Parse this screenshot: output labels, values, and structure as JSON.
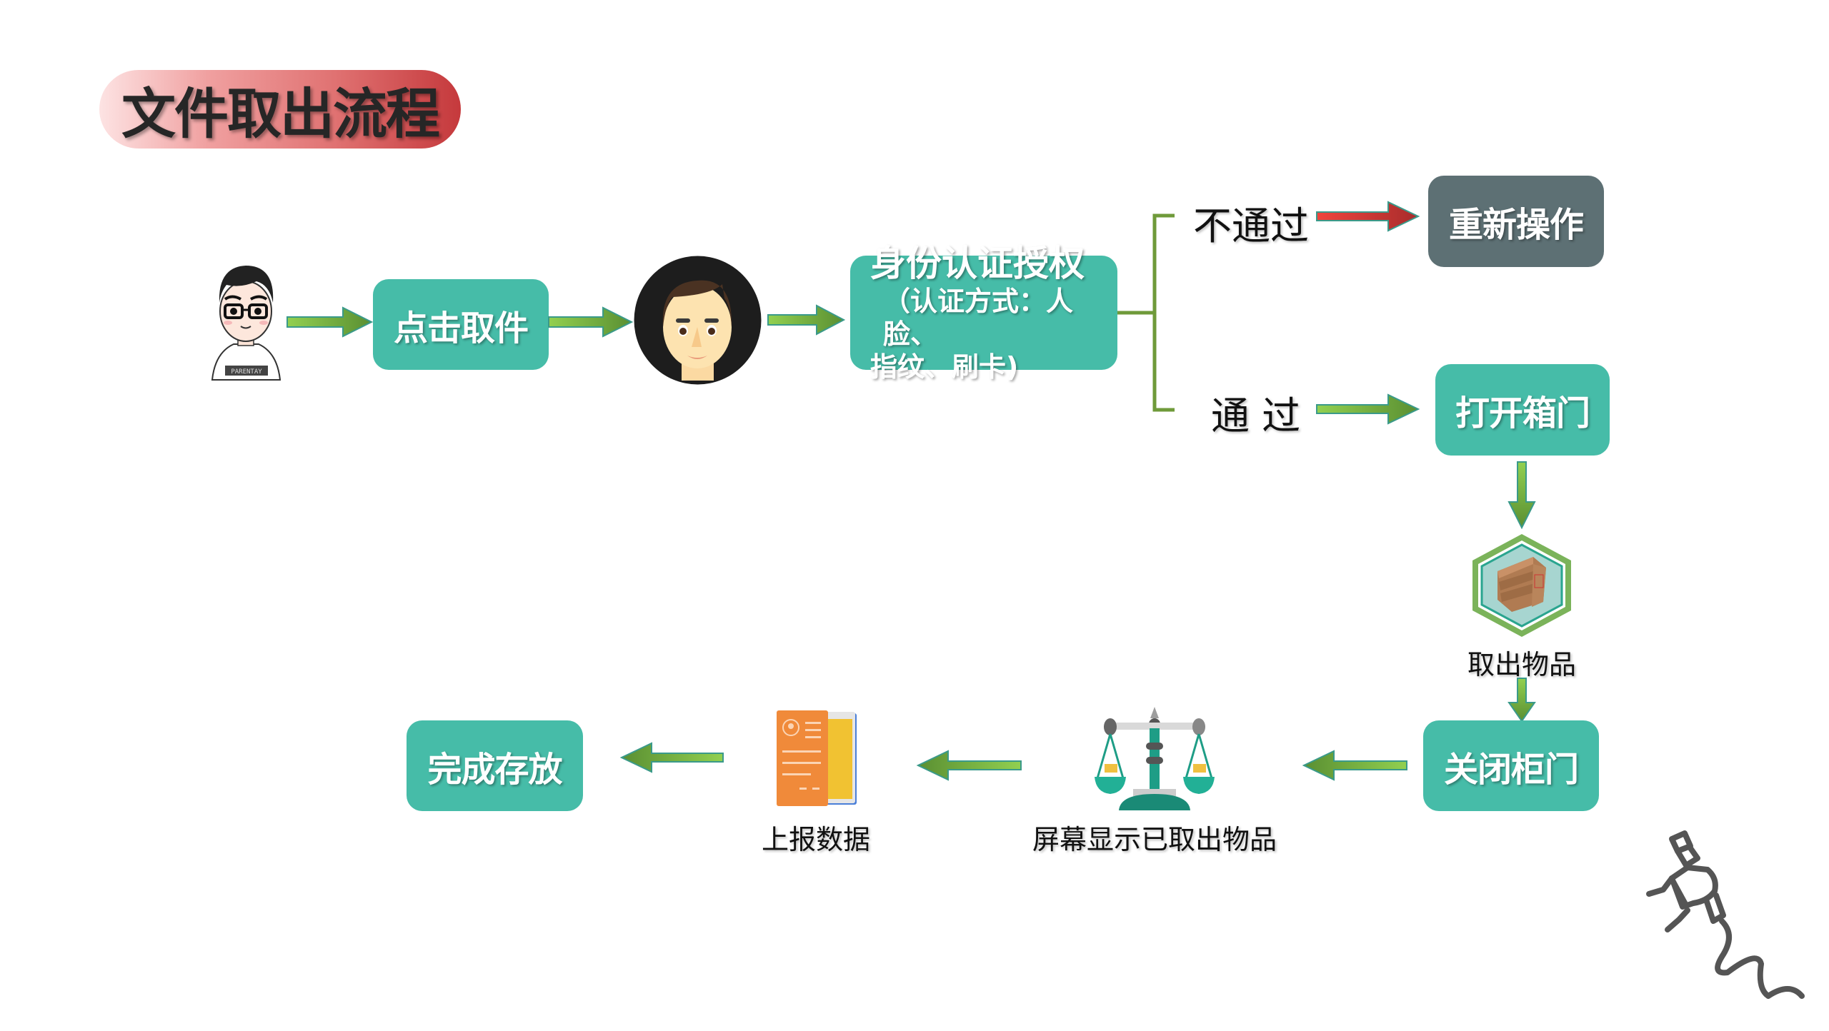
{
  "title": "文件取出流程",
  "colors": {
    "teal_box": "#46bca8",
    "grey_box": "#5d7074",
    "arrow_green_light": "#92d050",
    "arrow_green_dark": "#5a8f32",
    "arrow_red": "#e8403a",
    "bracket": "#6f9a3a",
    "title_gradient_end": "#c5393c"
  },
  "flow": {
    "start_icon": "user-avatar-icon",
    "step1": "点击取件",
    "face_icon": "face-recognition-icon",
    "auth": {
      "line1": "身份认证授权",
      "line2": "（认证方式：人脸、",
      "line3": "指纹、刷卡)"
    },
    "branch_fail": {
      "label": "不通过",
      "action": "重新操作"
    },
    "branch_pass": {
      "label": "通 过",
      "action": "打开箱门"
    },
    "take_out": {
      "icon": "file-boxes-icon",
      "label": "取出物品"
    },
    "close_door": "关闭柜门",
    "screen_display": {
      "icon": "scale-icon",
      "label": "屏幕显示已取出物品"
    },
    "report": {
      "icon": "document-icon",
      "label": "上报数据"
    },
    "finish": "完成存放"
  },
  "decoration": {
    "pen_icon": "hand-pen-icon",
    "shirt_text": "PARENTAY"
  }
}
